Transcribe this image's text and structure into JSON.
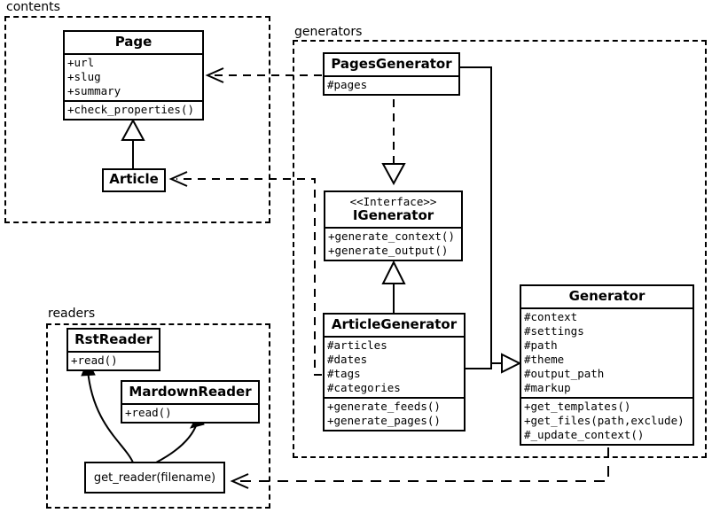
{
  "diagram": {
    "title": "Pelican architecture UML class diagram",
    "background": "#ffffff",
    "stroke": "#000000"
  },
  "packages": [
    {
      "id": "contents",
      "label": "contents"
    },
    {
      "id": "generators",
      "label": "generators"
    },
    {
      "id": "readers",
      "label": "readers"
    }
  ],
  "classes": {
    "page": {
      "name": "Page",
      "attributes": [
        "+url",
        "+slug",
        "+summary"
      ],
      "operations": [
        "+check_properties()"
      ]
    },
    "article": {
      "name": "Article",
      "attributes": [],
      "operations": []
    },
    "pages_generator": {
      "name": "PagesGenerator",
      "attributes": [
        "#pages"
      ],
      "operations": []
    },
    "igenerator": {
      "stereotype": "<<Interface>>",
      "name": "IGenerator",
      "attributes": [],
      "operations": [
        "+generate_context()",
        "+generate_output()"
      ]
    },
    "article_generator": {
      "name": "ArticleGenerator",
      "attributes": [
        "#articles",
        "#dates",
        "#tags",
        "#categories"
      ],
      "operations": [
        "+generate_feeds()",
        "+generate_pages()"
      ]
    },
    "generator": {
      "name": "Generator",
      "attributes": [
        "#context",
        "#settings",
        "#path",
        "#theme",
        "#output_path",
        "#markup"
      ],
      "operations": [
        "+get_templates()",
        "+get_files(path,exclude)",
        "#_update_context()"
      ]
    },
    "rst_reader": {
      "name": "RstReader",
      "attributes": [],
      "operations": [
        "+read()"
      ]
    },
    "mardown_reader": {
      "name": "MardownReader",
      "attributes": [],
      "operations": [
        "+read()"
      ]
    },
    "get_reader": {
      "name": "get_reader(filename)"
    }
  },
  "relations": [
    {
      "id": "article-inherits-page",
      "kind": "generalization",
      "from": "Article",
      "to": "Page"
    },
    {
      "id": "pagesgenerator-uses-page",
      "kind": "dependency",
      "from": "PagesGenerator",
      "to": "Page"
    },
    {
      "id": "articlegenerator-uses-article",
      "kind": "dependency",
      "from": "ArticleGenerator",
      "to": "Article"
    },
    {
      "id": "pagesgenerator-realizes-igenerator",
      "kind": "realization",
      "from": "PagesGenerator",
      "to": "IGenerator"
    },
    {
      "id": "articlegenerator-realizes-igenerator",
      "kind": "realization",
      "from": "ArticleGenerator",
      "to": "IGenerator"
    },
    {
      "id": "pagesgenerator-inherits-generator",
      "kind": "generalization",
      "from": "PagesGenerator",
      "to": "Generator"
    },
    {
      "id": "articlegenerator-inherits-generator",
      "kind": "generalization",
      "from": "ArticleGenerator",
      "to": "Generator"
    },
    {
      "id": "generator-uses-get_reader",
      "kind": "dependency",
      "from": "Generator",
      "to": "get_reader(filename)"
    },
    {
      "id": "get_reader-creates-rstreader",
      "kind": "create",
      "from": "get_reader(filename)",
      "to": "RstReader"
    },
    {
      "id": "get_reader-creates-mardownreader",
      "kind": "create",
      "from": "get_reader(filename)",
      "to": "MardownReader"
    }
  ]
}
